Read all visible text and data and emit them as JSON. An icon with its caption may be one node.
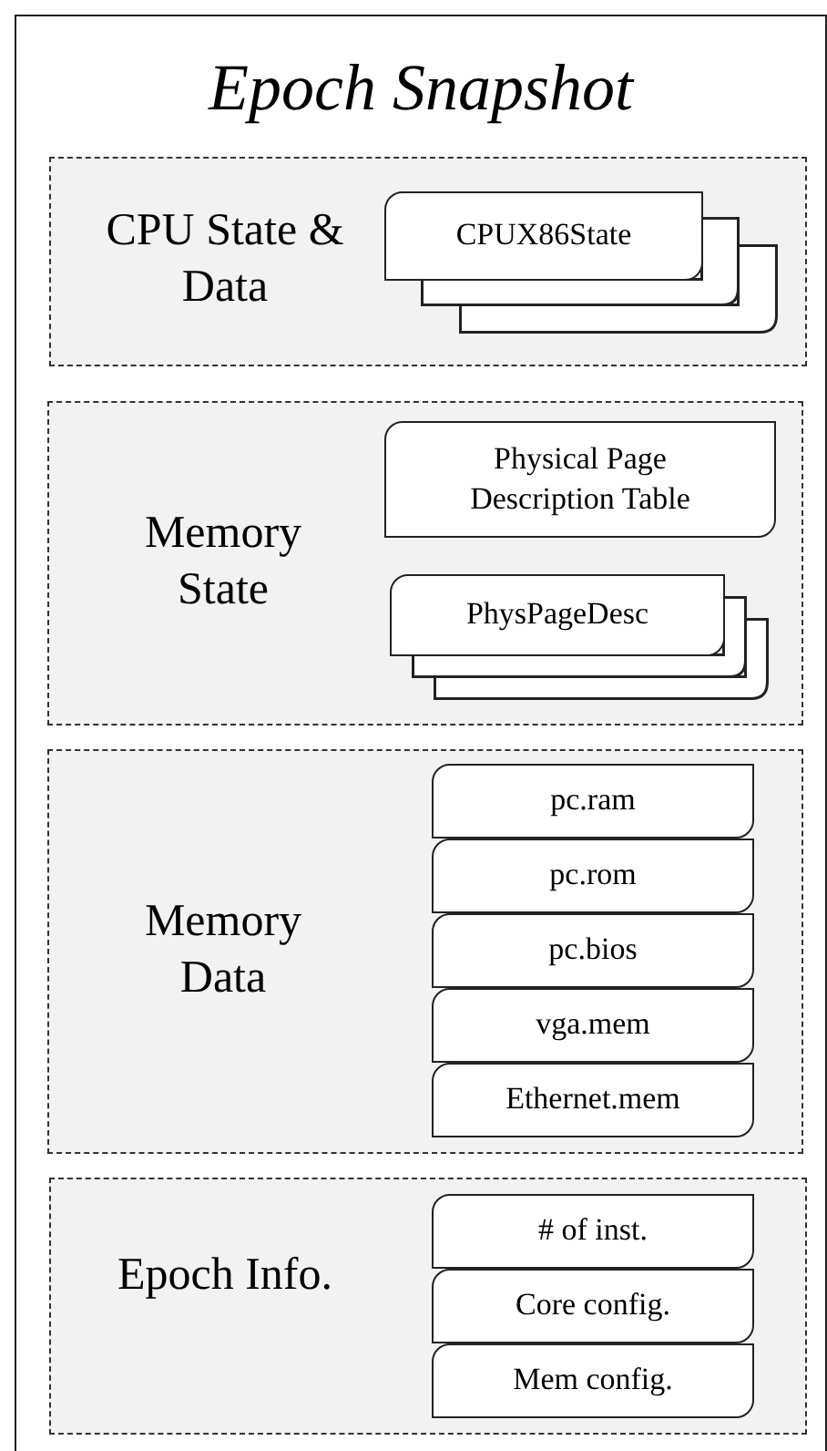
{
  "diagram": {
    "nodes": [
      {
        "text": [
          "Epoch Snapshot"
        ]
      },
      {
        "text": [
          "CPU State & Data"
        ],
        "in": 0
      },
      {
        "text": [
          "CPUX86State"
        ],
        "in": 1
      },
      {
        "text": [
          "Memory State"
        ],
        "in": 0
      },
      {
        "text": [
          "Physical Page Description Table"
        ],
        "in": 3
      },
      {
        "text": [
          "PhysPageDesc"
        ],
        "in": 3
      },
      {
        "text": [
          "Memory Data"
        ],
        "in": 0
      },
      {
        "text": [
          "pc.ram"
        ],
        "in": 6
      },
      {
        "text": [
          "pc.rom"
        ],
        "in": 6
      },
      {
        "text": [
          "pc.bios"
        ],
        "in": 6
      },
      {
        "text": [
          "vga.mem"
        ],
        "in": 6
      },
      {
        "text": [
          "Ethernet.mem"
        ],
        "in": 6
      },
      {
        "text": [
          "Epoch Info."
        ],
        "in": 0
      },
      {
        "text": [
          "# of inst."
        ],
        "in": 12
      },
      {
        "text": [
          "Core config."
        ],
        "in": 12
      },
      {
        "text": [
          "Mem config."
        ],
        "in": 12
      }
    ]
  }
}
